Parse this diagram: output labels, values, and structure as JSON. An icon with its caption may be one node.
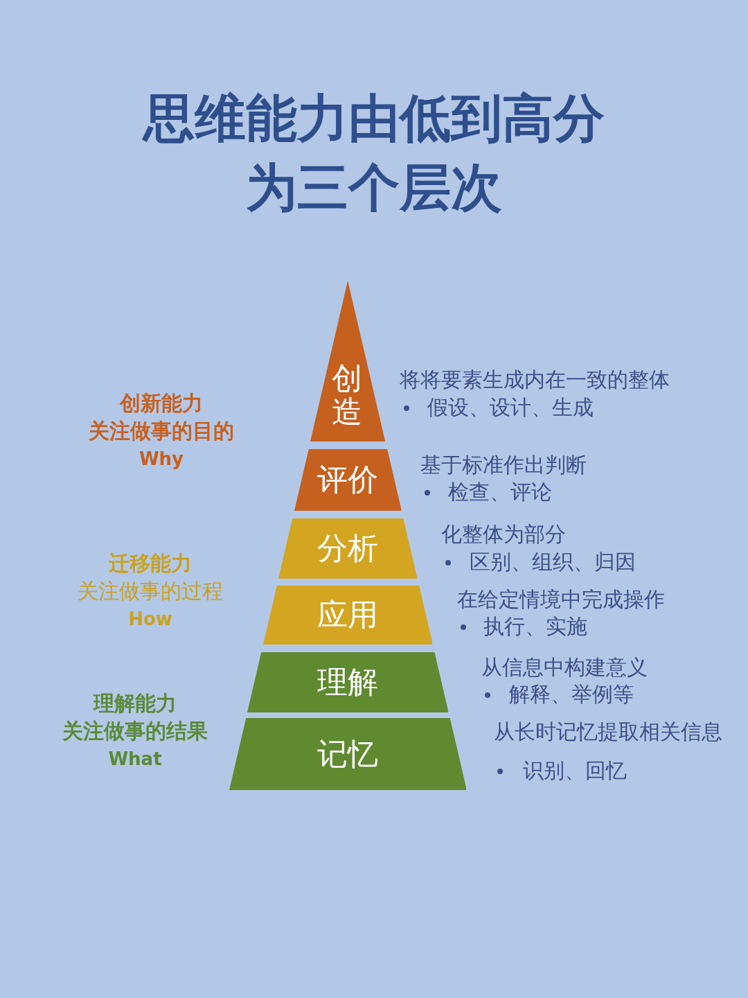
{
  "diagram": {
    "title": "思维能力由低到高分为三个层次",
    "nodes": [
      {
        "text": [
          "创造"
        ],
        "beside": [
          "将将要素生成内在一致的整体",
          "假设、设计、生成"
        ]
      },
      {
        "text": [
          "评价"
        ],
        "beside": [
          "基于标准作出判断",
          "检查、评论"
        ]
      },
      {
        "text": [
          "分析"
        ],
        "beside": [
          "化整体为部分",
          "区别、组织、归因"
        ]
      },
      {
        "text": [
          "应用"
        ],
        "beside": [
          "在给定情境中完成操作",
          "执行、实施"
        ]
      },
      {
        "text": [
          "理解"
        ],
        "beside": [
          "从信息中构建意义",
          "解释、举例等"
        ]
      },
      {
        "text": [
          "记忆"
        ],
        "beside": [
          "从长时记忆提取相关信息",
          "识别、回忆"
        ]
      }
    ],
    "labels": [
      "创新能力",
      "关注做事的目的",
      "Why",
      "迁移能力",
      "关注做事的过程",
      "How",
      "理解能力",
      "关注做事的结果",
      "What"
    ]
  }
}
